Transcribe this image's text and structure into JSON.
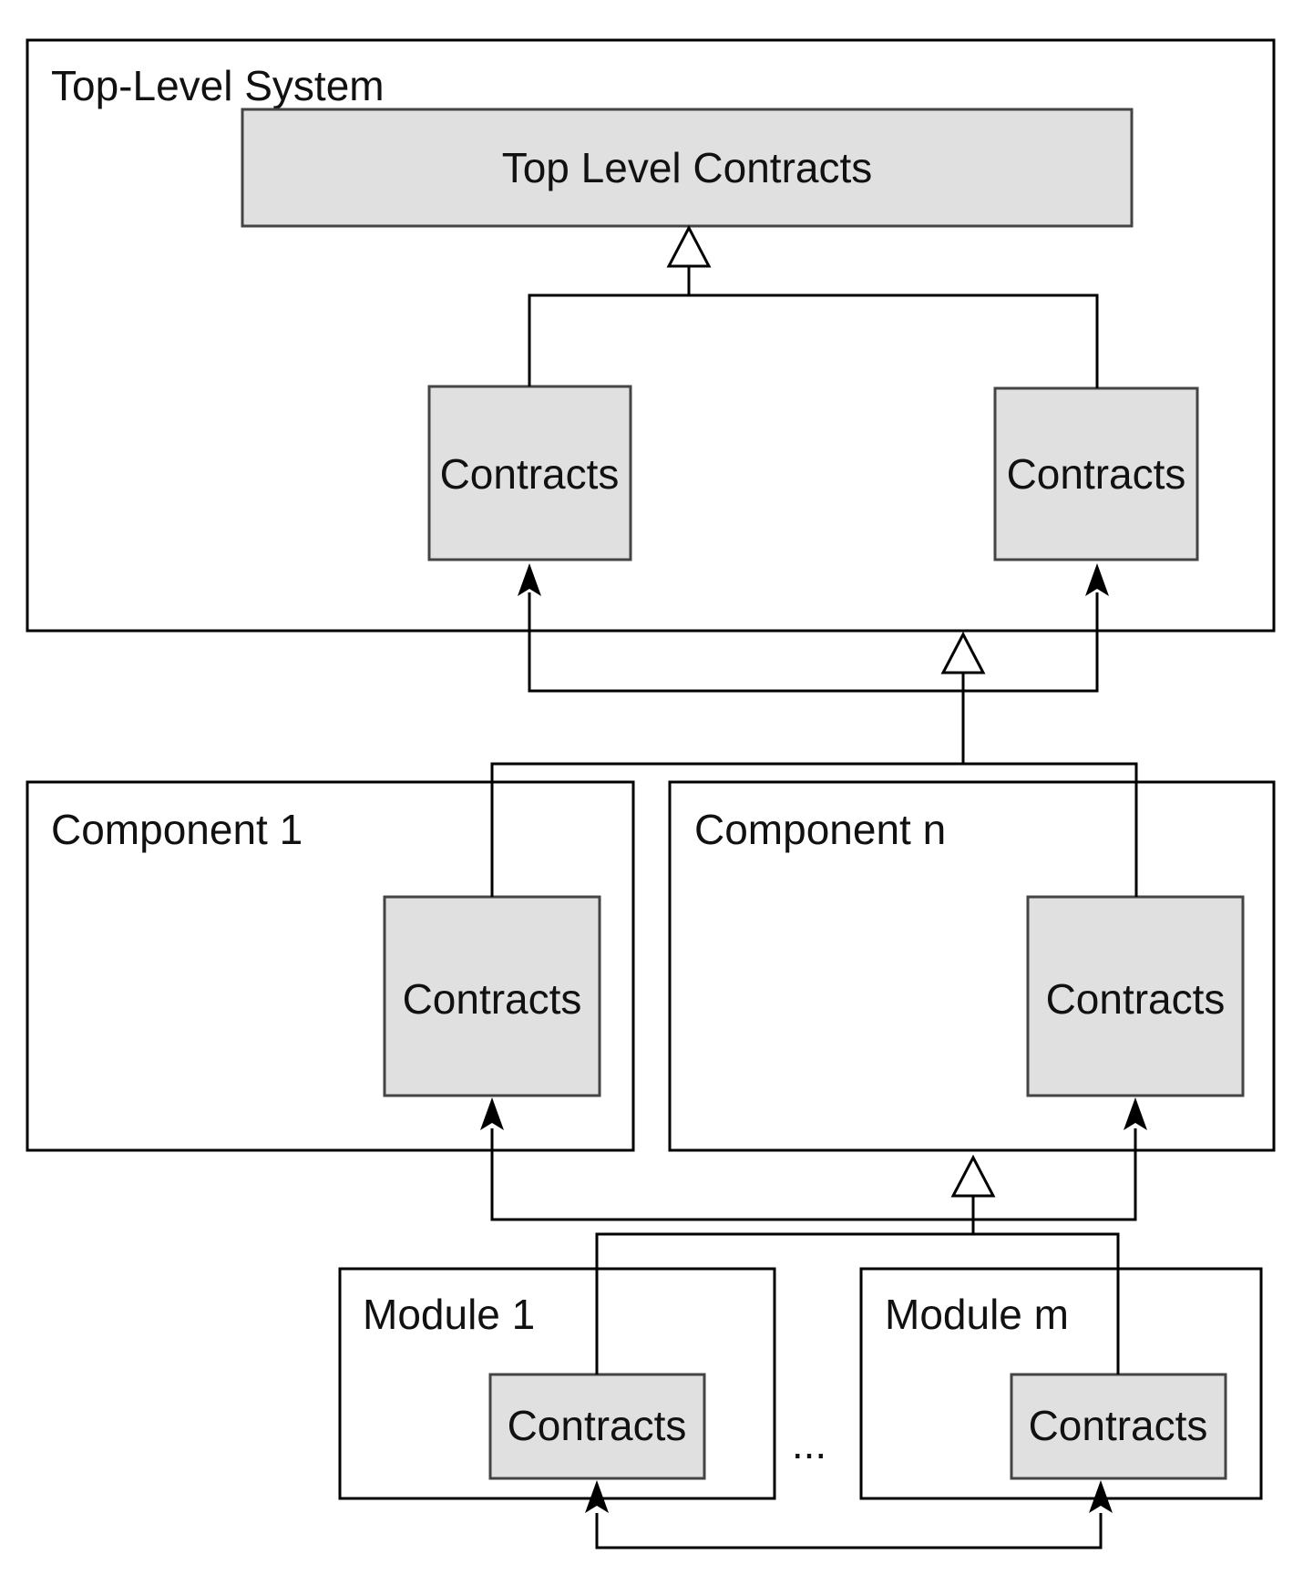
{
  "diagram": {
    "top_system": {
      "label": "Top-Level System",
      "top_contracts_label": "Top Level Contracts",
      "left_contracts_label": "Contracts",
      "right_contracts_label": "Contracts"
    },
    "component_1": {
      "label": "Component 1",
      "contracts_label": "Contracts"
    },
    "component_n": {
      "label": "Component n",
      "contracts_label": "Contracts"
    },
    "module_1": {
      "label": "Module 1",
      "contracts_label": "Contracts"
    },
    "module_m": {
      "label": "Module m",
      "contracts_label": "Contracts"
    },
    "ellipsis": "..."
  }
}
